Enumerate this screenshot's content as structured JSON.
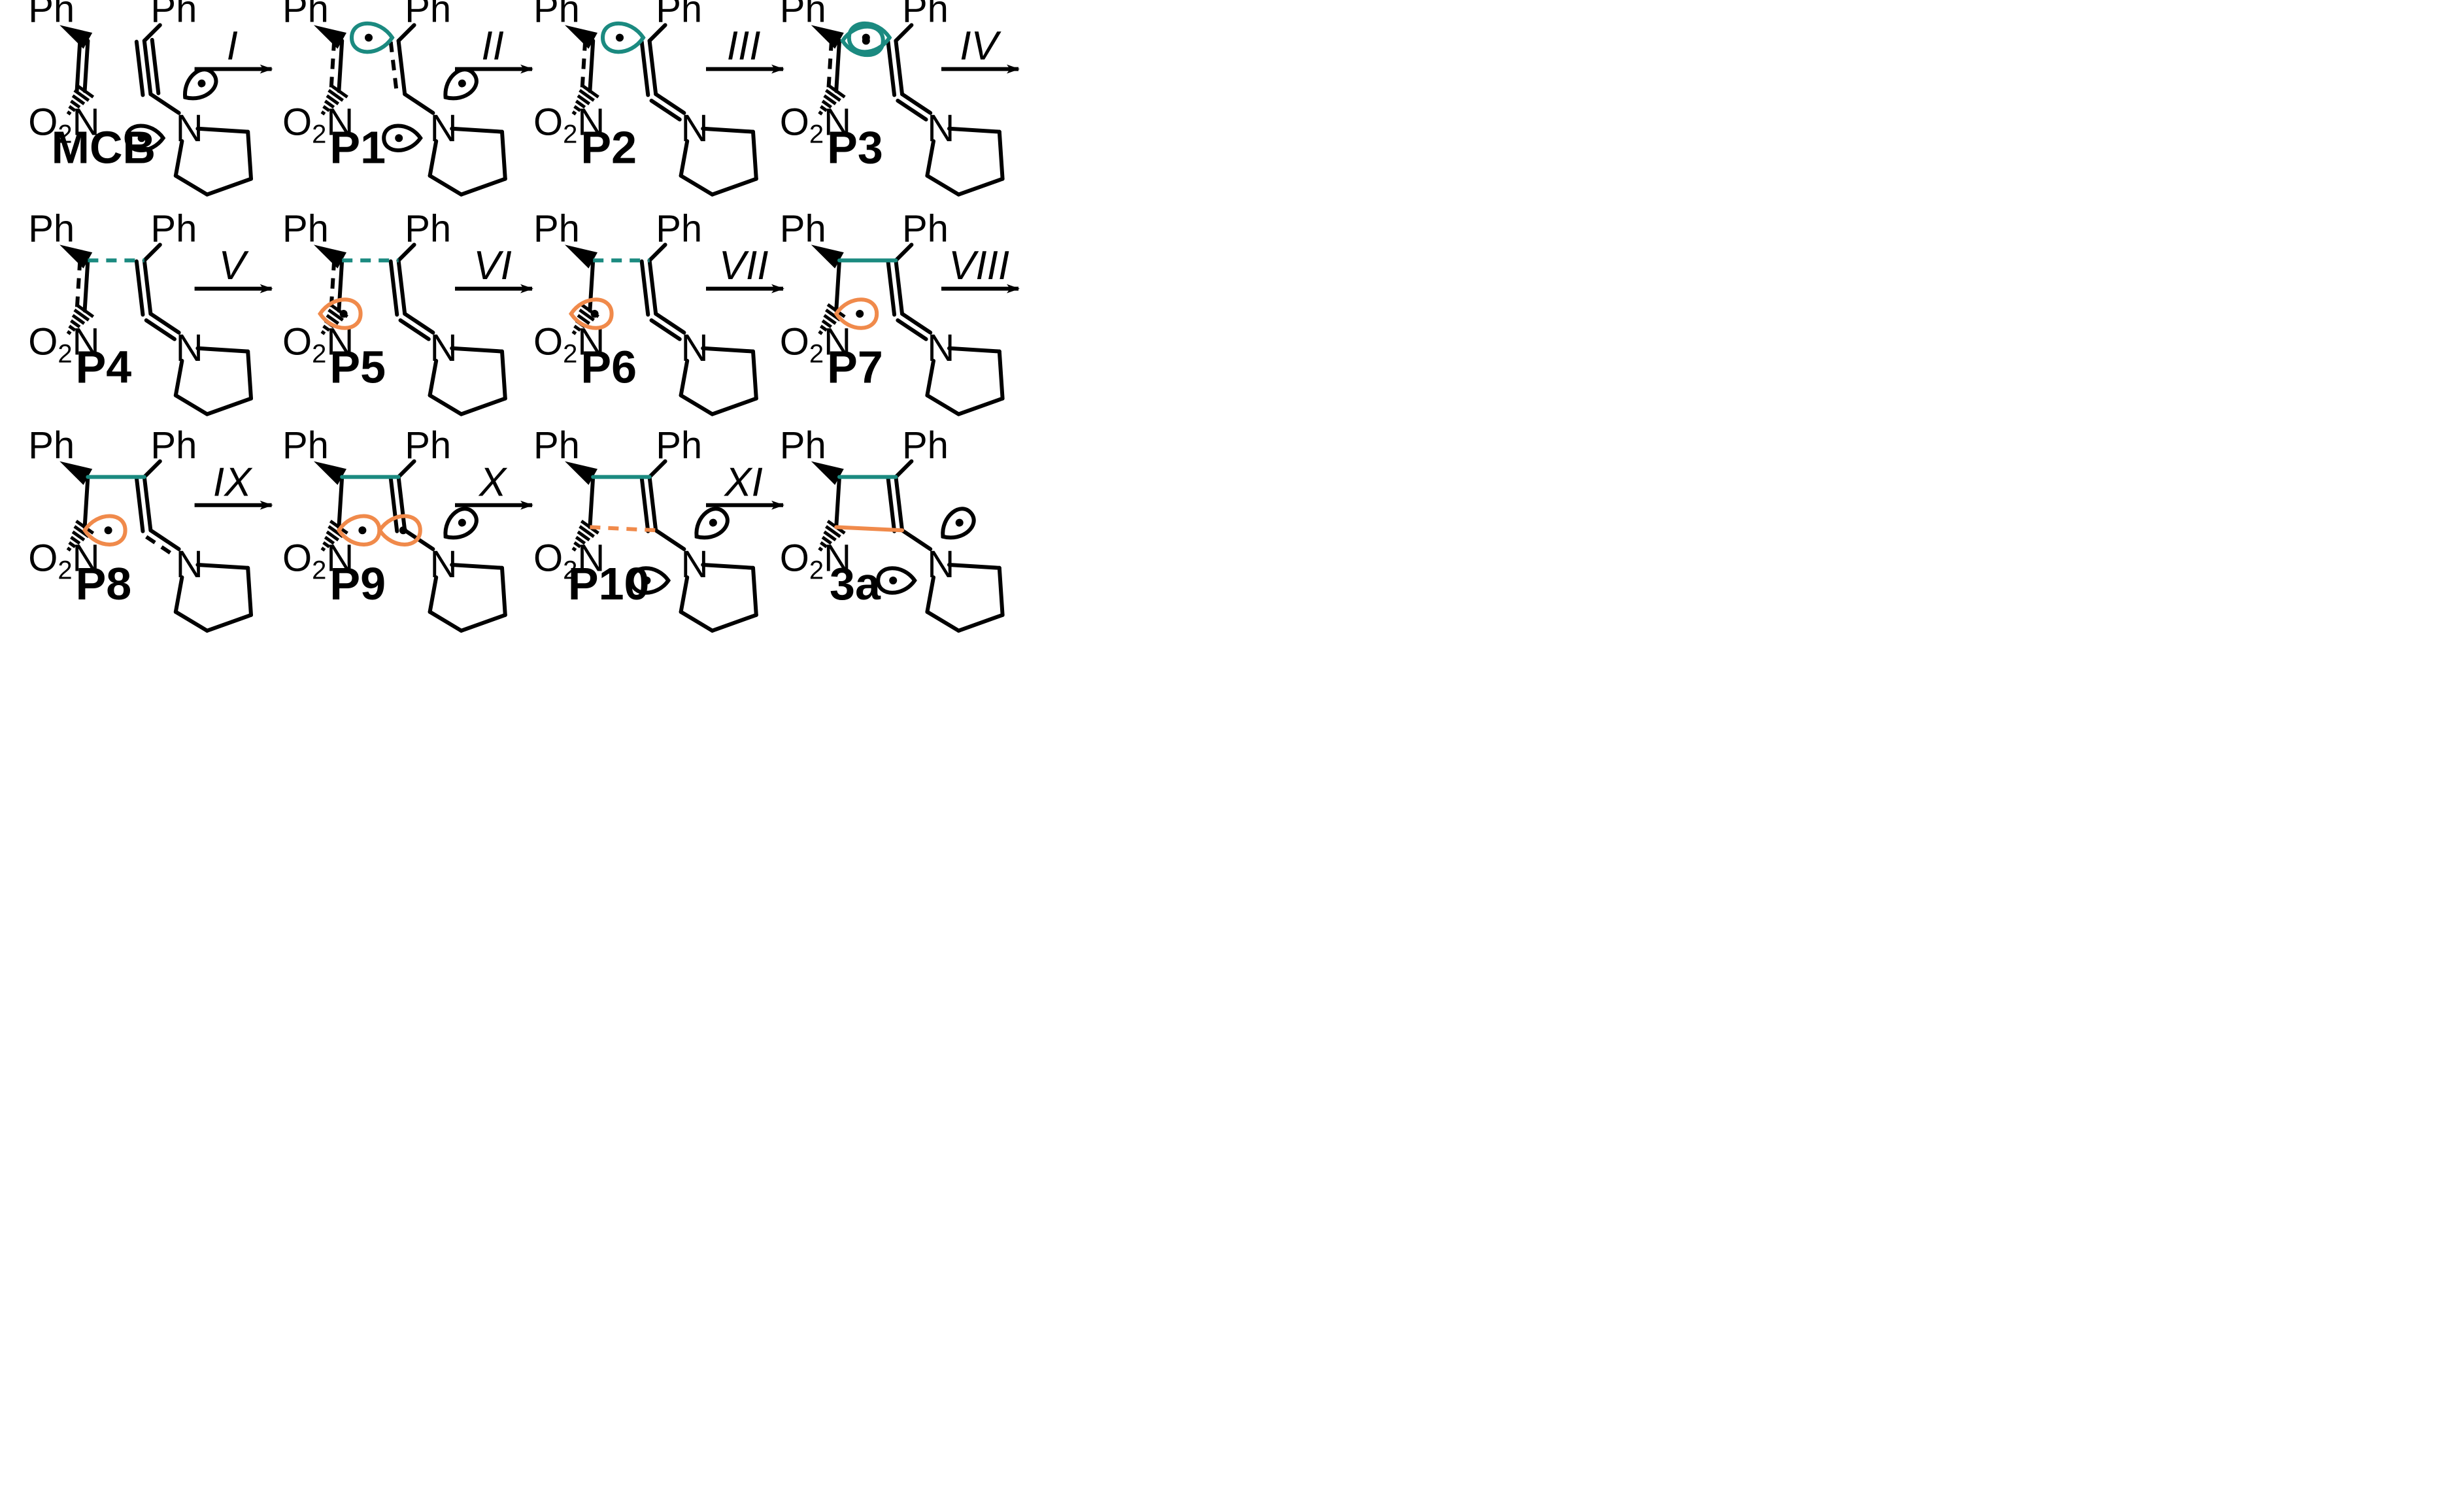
{
  "atoms": {
    "ph": "Ph",
    "nitro_o": "O",
    "nitro_sub": "2",
    "nitro_n": "N",
    "amine_n": "N"
  },
  "compounds": [
    "MCB",
    "P1",
    "P2",
    "P3",
    "P4",
    "P5",
    "P6",
    "P7",
    "P8",
    "P9",
    "P10",
    "3a"
  ],
  "steps": [
    "I",
    "II",
    "III",
    "IV",
    "V",
    "VI",
    "VII",
    "VIII",
    "IX",
    "X",
    "XI"
  ],
  "colors": {
    "teal": "#1b8a80",
    "orange": "#f08a4b",
    "ink": "#000000"
  },
  "icons": [
    "wedge-bond",
    "hash-bond",
    "radical-lobe",
    "pyrrolidine-ring",
    "reaction-arrow"
  ]
}
